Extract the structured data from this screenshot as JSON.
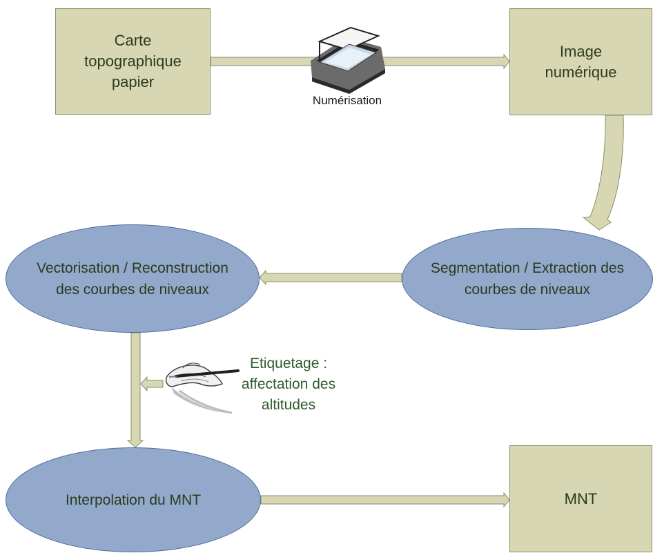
{
  "nodes": {
    "carte": [
      "Carte",
      "topographique",
      "papier"
    ],
    "image": [
      "Image",
      "numérique"
    ],
    "segmentation": [
      "Segmentation / Extraction des",
      "courbes de niveaux"
    ],
    "vectorisation": [
      "Vectorisation / Reconstruction",
      "des courbes de niveaux"
    ],
    "interpolation": [
      "Interpolation du MNT"
    ],
    "mnt": [
      "MNT"
    ]
  },
  "labels": {
    "numerisation": "Numérisation",
    "etiquetage": [
      "Etiquetage :",
      "affectation des",
      "altitudes"
    ]
  },
  "colors": {
    "box_fill": "#d7d8b3",
    "box_border": "#8a8b6a",
    "ellipse_fill": "#93a9cc",
    "ellipse_border": "#4f6c99",
    "arrow_fill": "#d7d8b3",
    "arrow_border": "#8a8b6a",
    "etiquetage_text": "#2f5a2f",
    "node_text": "#2c3a1e"
  },
  "icons": {
    "scanner": "scanner-icon",
    "pen": "pen-hand-icon"
  }
}
